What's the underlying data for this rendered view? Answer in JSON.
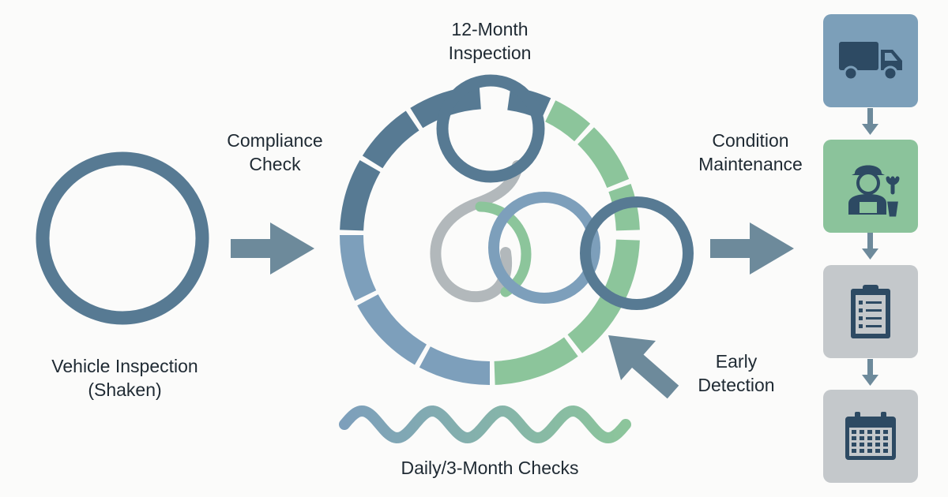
{
  "labels": {
    "vehicle_inspection_line1": "Vehicle Inspection",
    "vehicle_inspection_line2": "(Shaken)",
    "compliance_line1": "Compliance",
    "compliance_line2": "Check",
    "twelve_month_line1": "12-Month",
    "twelve_month_line2": "Inspection",
    "condition_line1": "Condition",
    "condition_line2": "Maintenance",
    "early_line1": "Early",
    "early_line2": "Detection",
    "daily_checks": "Daily/3-Month Checks"
  },
  "sidebar": {
    "steps": [
      {
        "icon": "truck-icon",
        "color": "#7c9fb9"
      },
      {
        "icon": "mechanic-icon",
        "color": "#8bc39b"
      },
      {
        "icon": "clipboard-icon",
        "color": "#c4c8cb"
      },
      {
        "icon": "calendar-icon",
        "color": "#c4c8cb"
      }
    ]
  },
  "colors": {
    "dark_blue": "#577a93",
    "mid_blue": "#7d9fbb",
    "green": "#8cc59b",
    "gray": "#b2b8bb",
    "icon_dark": "#2d4a63"
  }
}
